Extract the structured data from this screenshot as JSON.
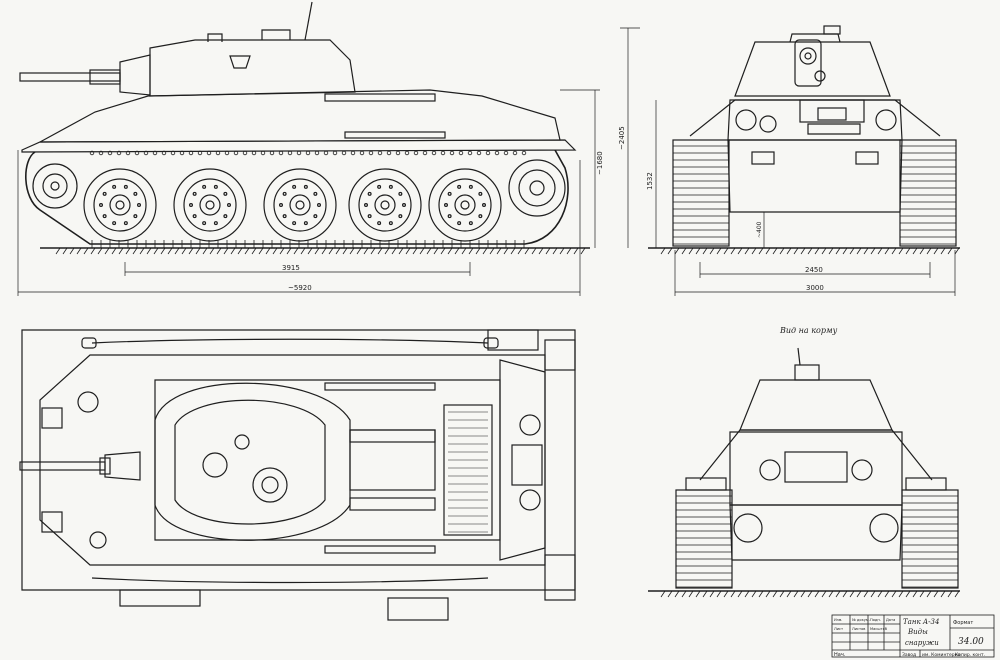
{
  "sheet": {
    "ink": "#1f1f1f",
    "paper": "#f7f7f4",
    "view_caption": "Вид на корму"
  },
  "dimensions": {
    "side_overall_height": "~1680",
    "side_wheelbase": "3915",
    "side_overall_length": "~5920",
    "front_overall_height": "~2405",
    "front_hull_height": "1532",
    "front_clearance": "~400",
    "front_track_gauge": "2450",
    "front_overall_width": "3000"
  },
  "title_block": {
    "title_1": "Танк А-34",
    "title_2": "Виды",
    "title_3": "снаружи",
    "sheet_number": "34.00",
    "format": "Формат",
    "labels": [
      "Изм.",
      "№ докум.",
      "Подп.",
      "Дата",
      "Лист",
      "Листов",
      "Масштаб"
    ],
    "dept": "Завод",
    "org": "им. Коминтерна",
    "sign_row": "Нач.",
    "note": "Копир. конт."
  }
}
